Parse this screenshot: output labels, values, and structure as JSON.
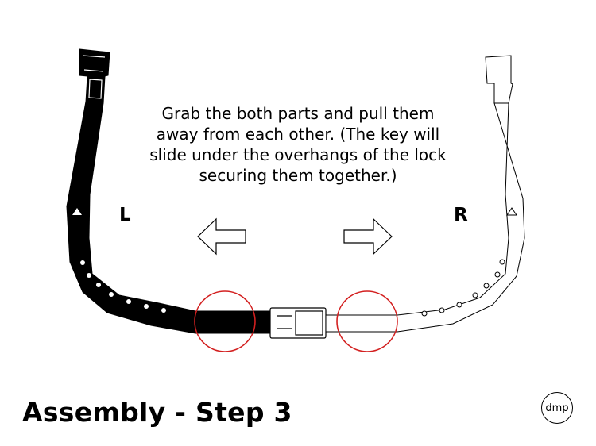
{
  "instruction": "Grab the both parts and pull them\naway from each other. (The key will\nslide under the overhangs of the lock\nsecuring them together.)",
  "labels": {
    "left": "L",
    "right": "R"
  },
  "title": "Assembly - Step 3",
  "logo_text": "dmp",
  "colors": {
    "left_part": "#000000",
    "right_part": "#ffffff",
    "highlight": "#d32020"
  },
  "icons": [
    "arrow-left-icon",
    "arrow-right-icon",
    "triangle-marker-icon"
  ]
}
